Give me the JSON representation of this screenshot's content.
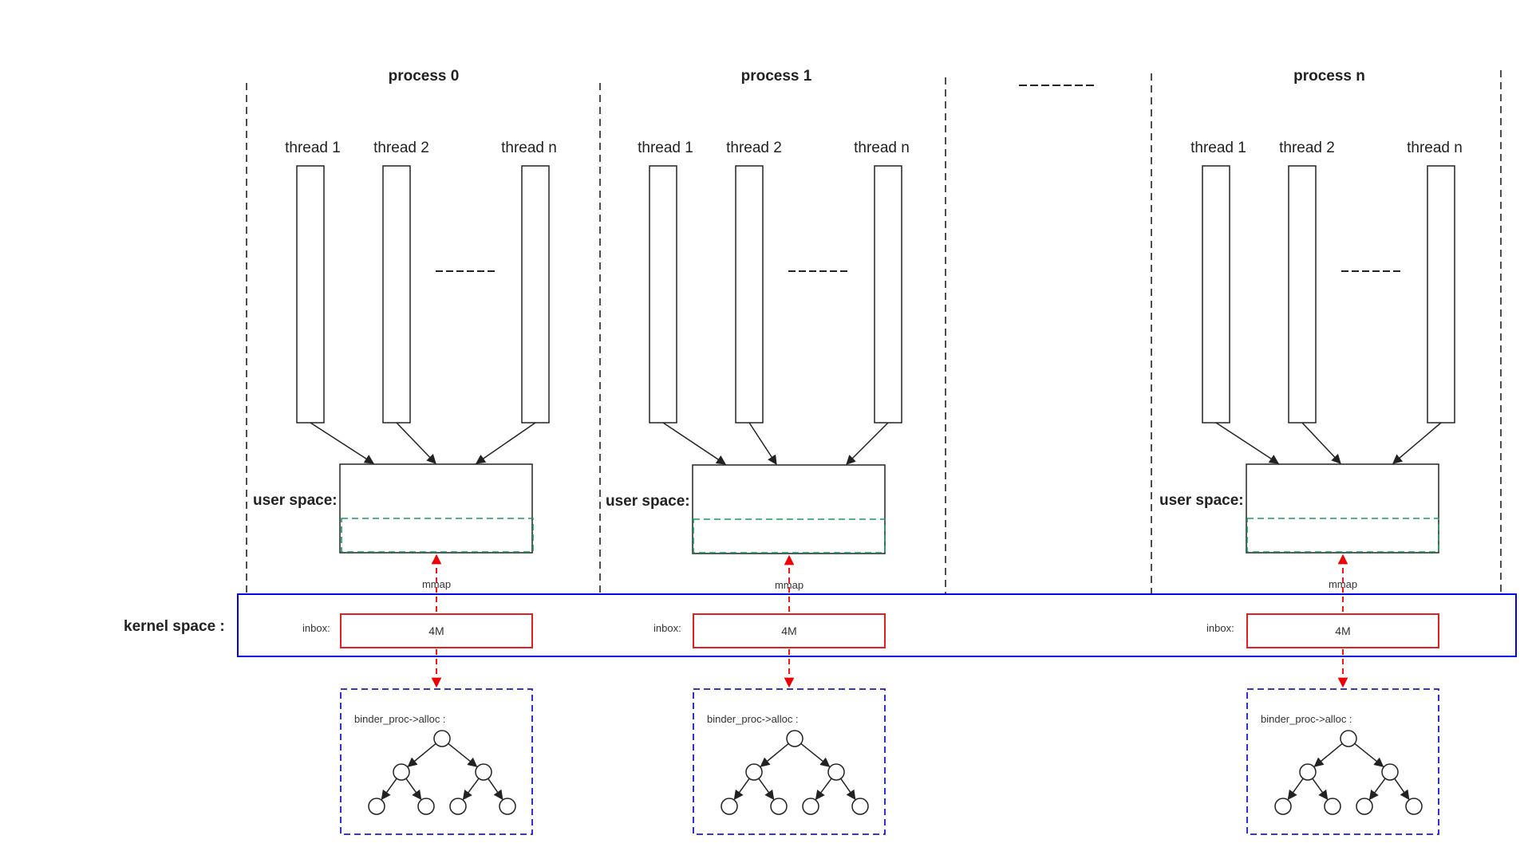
{
  "diagram": {
    "processes": [
      {
        "title": "process 0",
        "threads": [
          "thread 1",
          "thread 2",
          "thread n"
        ],
        "user_space_label": "user space:",
        "mmap_label": "mmap",
        "inbox_label": "inbox:",
        "buffer_label": "4M",
        "alloc_label": "binder_proc->alloc :"
      },
      {
        "title": "process 1",
        "threads": [
          "thread 1",
          "thread 2",
          "thread n"
        ],
        "user_space_label": "user space:",
        "mmap_label": "mmap",
        "inbox_label": "inbox:",
        "buffer_label": "4M",
        "alloc_label": "binder_proc->alloc :"
      },
      {
        "title": "process n",
        "threads": [
          "thread 1",
          "thread 2",
          "thread n"
        ],
        "user_space_label": "user space:",
        "mmap_label": "mmap",
        "inbox_label": "inbox:",
        "buffer_label": "4M",
        "alloc_label": "binder_proc->alloc :"
      }
    ],
    "kernel_space_label": "kernel space :",
    "colors": {
      "line": "#222222",
      "kernel_border": "#0000ee",
      "inbox_border": "#e02020",
      "mmap_arrow": "#ee0000",
      "shared_region": "#1a9a5a",
      "alloc_border": "#1a1acc"
    }
  }
}
